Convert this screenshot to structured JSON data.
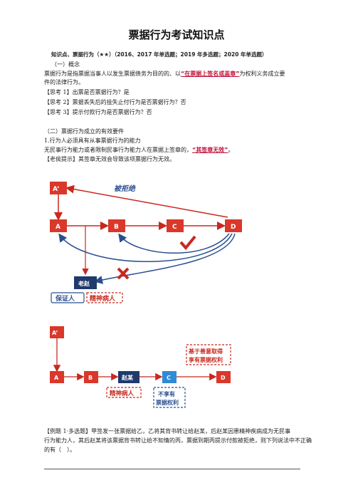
{
  "doc": {
    "title": "票据行为考试知识点",
    "heading": "知识点、票据行为（★★）（2016、2017 年单选题；2019 年多选题；2020 年单选题）",
    "sec1": "（一）概念",
    "p1_a": "票据行为是指票据当事人以发生票据债务为目的的、以",
    "p1_red": "“在票据上签名或盖章”",
    "p1_b": "为权利义务成立要",
    "p1_c": "件的法律行为。",
    "think1": "【思考 1】出票是否票据行为？是",
    "think2": "【思考 2】票据丢失后的挂失止付行为是否票据行为？否",
    "think3": "【思考 3】提示付款行为是否票据行为？否",
    "sec2": "（二）票据行为成立的有效要件",
    "item1": "1.行为人必须具有从事票据行为的能力",
    "p2_a": "无民事行为能力或者限制民事行为能力人在票据上签章的，",
    "p2_red": "“其签章无效”",
    "p2_b": "。",
    "hint": "【老侯提示】其签章无效会导致该项票据行为无效。",
    "example_a": "【例题 1·多选题】甲签发一张票据给乙，乙将其背书转让给赵某，后赵某因患精神疾病成为无民事",
    "example_b": "行为能力人，其后赵某将该票据背书转让给不知情的丙，票据到期丙提示付款被拒绝，则下列说法中不正确",
    "example_c": "的有（　）。"
  },
  "diagram1": {
    "nodes": [
      "A’",
      "A",
      "B",
      "C",
      "D",
      "老赵"
    ],
    "rejected_label": "被拒绝",
    "guarantor_label": "保证人",
    "mental_label": "精神病人"
  },
  "diagram2": {
    "nodes": [
      "A’",
      "A",
      "B",
      "赵某",
      "C",
      "D"
    ],
    "mental_label": "精神病人",
    "no_right_label_1": "不享有",
    "no_right_label_2": "票据权利",
    "good_faith_label_1": "基于善意取得",
    "good_faith_label_2": "享有票据权利"
  },
  "colors": {
    "node_red": "#d9382a",
    "node_navy": "#1f3a6b",
    "node_blue": "#2e8bd6",
    "arrow_red": "#c8281e",
    "arrow_blue": "#2a4f8f",
    "highlight_red": "#c0143c"
  }
}
